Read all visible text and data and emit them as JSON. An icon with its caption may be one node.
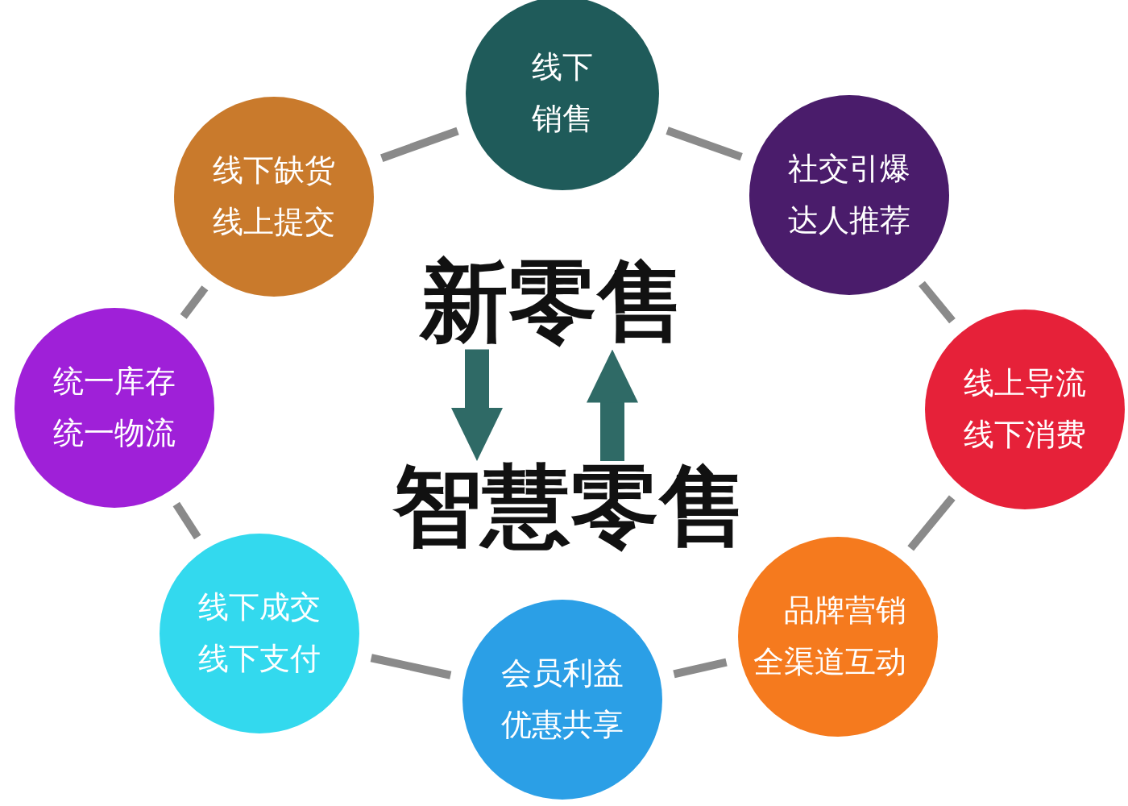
{
  "diagram": {
    "nodes": [
      {
        "text": [
          "线下销售"
        ]
      },
      {
        "text": [
          "社交引爆达人推荐"
        ]
      },
      {
        "text": [
          "线上导流线下消费"
        ]
      },
      {
        "text": [
          "品牌营销全渠道互动"
        ]
      },
      {
        "text": [
          "会员利益优惠共享"
        ]
      },
      {
        "text": [
          "线下成交线下支付"
        ]
      },
      {
        "text": [
          "统一库存统一物流"
        ]
      },
      {
        "text": [
          "线下缺货线上提交"
        ]
      },
      {
        "text": [
          "新零售"
        ]
      },
      {
        "text": [
          "智慧零售"
        ]
      }
    ],
    "edges": [
      {
        "from": 0,
        "to": 1,
        "arrow": "none"
      },
      {
        "from": 1,
        "to": 2,
        "arrow": "none"
      },
      {
        "from": 2,
        "to": 3,
        "arrow": "none"
      },
      {
        "from": 3,
        "to": 4,
        "arrow": "none"
      },
      {
        "from": 4,
        "to": 5,
        "arrow": "none"
      },
      {
        "from": 5,
        "to": 6,
        "arrow": "none"
      },
      {
        "from": 6,
        "to": 7,
        "arrow": "none"
      },
      {
        "from": 7,
        "to": 0,
        "arrow": "none"
      },
      {
        "from": 8,
        "to": 9,
        "arrow": "to",
        "style": "thick",
        "color": "#2f6a66"
      },
      {
        "from": 9,
        "to": 8,
        "arrow": "to",
        "style": "thick",
        "color": "#2f6a66"
      }
    ]
  }
}
